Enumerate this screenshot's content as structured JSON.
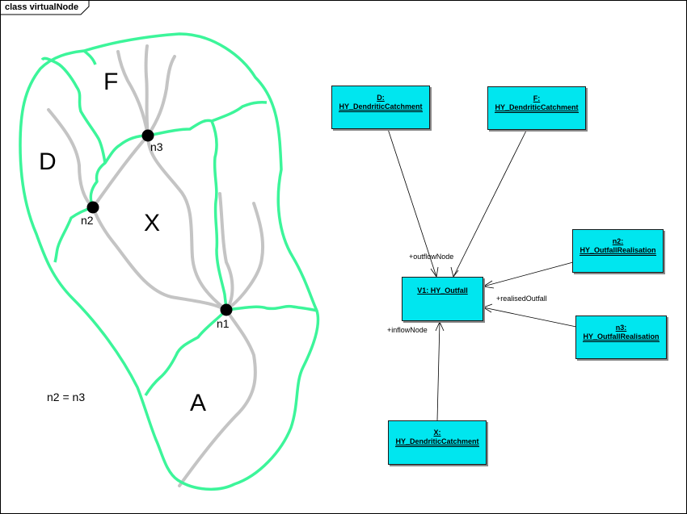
{
  "frame": {
    "title": "class virtualNode"
  },
  "map": {
    "regions": [
      "F",
      "D",
      "X",
      "A"
    ],
    "nodes": [
      "n3",
      "n2",
      "n1"
    ],
    "equation": "n2 = n3",
    "colors": {
      "boundary": "#3cf59a",
      "stream": "#c4c4c4",
      "node": "#000000"
    }
  },
  "uml": {
    "boxes": [
      {
        "id": "D",
        "line1": "D:",
        "line2": "HY_DendriticCatchment"
      },
      {
        "id": "F",
        "line1": "F:",
        "line2": "HY_DendriticCatchment"
      },
      {
        "id": "n2",
        "line1": "n2:",
        "line2": "HY_OutfallRealisation"
      },
      {
        "id": "V1",
        "line1": "V1: HY_Outfall",
        "line2": ""
      },
      {
        "id": "n3",
        "line1": "n3:",
        "line2": "HY_OutfallRealisation"
      },
      {
        "id": "X",
        "line1": "X:",
        "line2": "HY_DendriticCatchment"
      }
    ],
    "roles": {
      "outflow": "+outflowNode",
      "realised": "+realisedOutfall",
      "inflow": "+inflowNode"
    },
    "colors": {
      "box_fill": "#00e6ef"
    }
  }
}
